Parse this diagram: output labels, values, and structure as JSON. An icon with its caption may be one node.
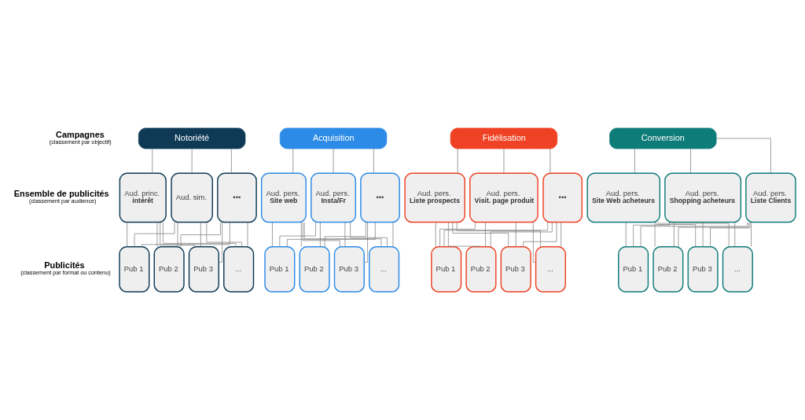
{
  "diagram": {
    "nodes": [
      {
        "text": [
          "Notoriété"
        ]
      },
      {
        "text": [
          "Acquisition"
        ]
      },
      {
        "text": [
          "Fidélisation"
        ]
      },
      {
        "text": [
          "Conversion"
        ]
      },
      {
        "text": [
          "Aud. princ.",
          "intérêt"
        ]
      },
      {
        "text": [
          "Aud. sim."
        ]
      },
      {
        "text": [
          "•••"
        ]
      },
      {
        "text": [
          "Aud. pers.",
          "Site web"
        ]
      },
      {
        "text": [
          "Aud. pers.",
          "Insta/Fr"
        ]
      },
      {
        "text": [
          "•••"
        ]
      },
      {
        "text": [
          "Aud. pers.",
          "Liste prospects"
        ]
      },
      {
        "text": [
          "Aud. pers.",
          "Visit. page produit"
        ]
      },
      {
        "text": [
          "•••"
        ]
      },
      {
        "text": [
          "Aud. pers.",
          "Site Web acheteurs"
        ]
      },
      {
        "text": [
          "Aud. pers.",
          "Shopping acheteurs"
        ]
      },
      {
        "text": [
          "Aud. pers.",
          "Liste Clients"
        ]
      },
      {
        "text": [
          "Pub 1"
        ]
      },
      {
        "text": [
          "Pub 2"
        ]
      },
      {
        "text": [
          "Pub 3"
        ]
      },
      {
        "text": [
          "..."
        ]
      },
      {
        "text": [
          "Pub 1"
        ]
      },
      {
        "text": [
          "Pub 2"
        ]
      },
      {
        "text": [
          "Pub 3"
        ]
      },
      {
        "text": [
          "..."
        ]
      },
      {
        "text": [
          "Pub 1"
        ]
      },
      {
        "text": [
          "Pub 2"
        ]
      },
      {
        "text": [
          "Pub 3"
        ]
      },
      {
        "text": [
          "..."
        ]
      },
      {
        "text": [
          "Pub 1"
        ]
      },
      {
        "text": [
          "Pub 2"
        ]
      },
      {
        "text": [
          "Pub 3"
        ]
      },
      {
        "text": [
          "..."
        ]
      }
    ],
    "edges": [
      {
        "from": 0,
        "to": 4,
        "arrow": "none"
      },
      {
        "from": 0,
        "to": 5,
        "arrow": "none"
      },
      {
        "from": 0,
        "to": 6,
        "arrow": "none"
      },
      {
        "from": 1,
        "to": 7,
        "arrow": "none"
      },
      {
        "from": 1,
        "to": 8,
        "arrow": "none"
      },
      {
        "from": 1,
        "to": 9,
        "arrow": "none"
      },
      {
        "from": 2,
        "to": 10,
        "arrow": "none"
      },
      {
        "from": 2,
        "to": 11,
        "arrow": "none"
      },
      {
        "from": 2,
        "to": 12,
        "arrow": "none"
      },
      {
        "from": 3,
        "to": 13,
        "arrow": "none"
      },
      {
        "from": 3,
        "to": 14,
        "arrow": "none"
      },
      {
        "from": 3,
        "to": 15,
        "arrow": "none"
      },
      {
        "from": 4,
        "to": 16,
        "arrow": "none"
      },
      {
        "from": 4,
        "to": 17,
        "arrow": "none"
      },
      {
        "from": 4,
        "to": 18,
        "arrow": "none"
      },
      {
        "from": 4,
        "to": 19,
        "arrow": "none"
      },
      {
        "from": 5,
        "to": 16,
        "arrow": "none"
      },
      {
        "from": 5,
        "to": 17,
        "arrow": "none"
      },
      {
        "from": 5,
        "to": 18,
        "arrow": "none"
      },
      {
        "from": 5,
        "to": 19,
        "arrow": "none"
      },
      {
        "from": 6,
        "to": 16,
        "arrow": "none"
      },
      {
        "from": 6,
        "to": 17,
        "arrow": "none"
      },
      {
        "from": 6,
        "to": 18,
        "arrow": "none"
      },
      {
        "from": 6,
        "to": 19,
        "arrow": "none"
      },
      {
        "from": 7,
        "to": 20,
        "arrow": "none"
      },
      {
        "from": 7,
        "to": 21,
        "arrow": "none"
      },
      {
        "from": 7,
        "to": 22,
        "arrow": "none"
      },
      {
        "from": 7,
        "to": 23,
        "arrow": "none"
      },
      {
        "from": 8,
        "to": 20,
        "arrow": "none"
      },
      {
        "from": 8,
        "to": 21,
        "arrow": "none"
      },
      {
        "from": 8,
        "to": 22,
        "arrow": "none"
      },
      {
        "from": 8,
        "to": 23,
        "arrow": "none"
      },
      {
        "from": 9,
        "to": 20,
        "arrow": "none"
      },
      {
        "from": 9,
        "to": 21,
        "arrow": "none"
      },
      {
        "from": 9,
        "to": 22,
        "arrow": "none"
      },
      {
        "from": 9,
        "to": 23,
        "arrow": "none"
      },
      {
        "from": 10,
        "to": 24,
        "arrow": "none"
      },
      {
        "from": 10,
        "to": 25,
        "arrow": "none"
      },
      {
        "from": 10,
        "to": 26,
        "arrow": "none"
      },
      {
        "from": 10,
        "to": 27,
        "arrow": "none"
      },
      {
        "from": 11,
        "to": 24,
        "arrow": "none"
      },
      {
        "from": 11,
        "to": 25,
        "arrow": "none"
      },
      {
        "from": 11,
        "to": 26,
        "arrow": "none"
      },
      {
        "from": 11,
        "to": 27,
        "arrow": "none"
      },
      {
        "from": 12,
        "to": 24,
        "arrow": "none"
      },
      {
        "from": 12,
        "to": 25,
        "arrow": "none"
      },
      {
        "from": 12,
        "to": 26,
        "arrow": "none"
      },
      {
        "from": 12,
        "to": 27,
        "arrow": "none"
      },
      {
        "from": 13,
        "to": 28,
        "arrow": "none"
      },
      {
        "from": 13,
        "to": 29,
        "arrow": "none"
      },
      {
        "from": 13,
        "to": 30,
        "arrow": "none"
      },
      {
        "from": 13,
        "to": 31,
        "arrow": "none"
      },
      {
        "from": 14,
        "to": 28,
        "arrow": "none"
      },
      {
        "from": 14,
        "to": 29,
        "arrow": "none"
      },
      {
        "from": 14,
        "to": 30,
        "arrow": "none"
      },
      {
        "from": 14,
        "to": 31,
        "arrow": "none"
      },
      {
        "from": 15,
        "to": 28,
        "arrow": "none"
      },
      {
        "from": 15,
        "to": 29,
        "arrow": "none"
      },
      {
        "from": 15,
        "to": 30,
        "arrow": "none"
      },
      {
        "from": 15,
        "to": 31,
        "arrow": "none"
      }
    ],
    "labels": [
      "Campagnes",
      "(classement par objectif)",
      "Ensemble de publicités",
      "(classement par audience)",
      "Publicités",
      "(classement par format ou contenu)"
    ]
  }
}
